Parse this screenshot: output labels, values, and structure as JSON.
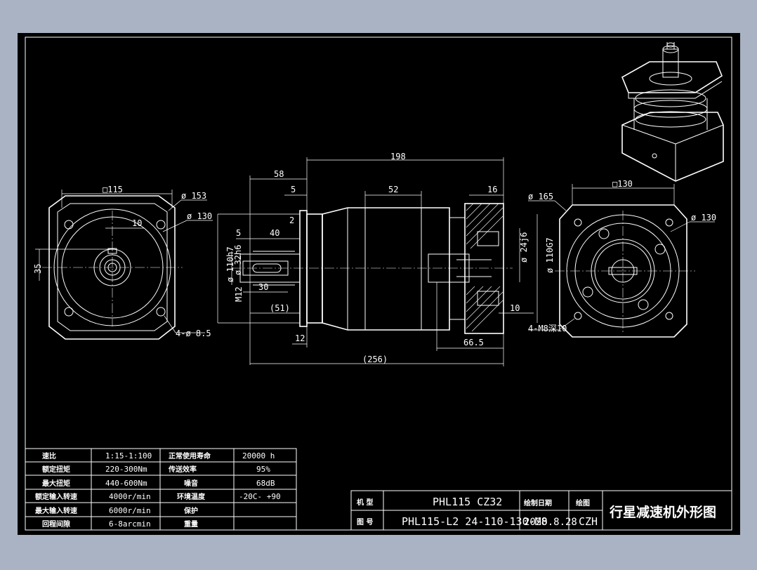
{
  "colors": {
    "background": "#a9b3c3",
    "sheet": "#000000",
    "lines": "#ffffff"
  },
  "dimensions": {
    "left_square": "□115",
    "left_d153": "ø 153",
    "left_d130": "ø 130",
    "left_10": "10",
    "left_35": "35",
    "left_holes": "4-ø 8.5",
    "total_198": "198",
    "d58": "58",
    "d5_top": "5",
    "d2": "2",
    "d5": "5",
    "d40": "40",
    "d110h7": "ø 110h7",
    "d32h6": "ø 32h6",
    "m12": "M12",
    "d30": "30",
    "d51": "(51)",
    "d12": "12",
    "d256": "(256)",
    "d52": "52",
    "d16": "16",
    "d24j6": "ø 24j6",
    "d110g7": "ø 110G7",
    "d10": "10",
    "d66_5": "66.5",
    "right_square": "□130",
    "right_d165": "ø 165",
    "right_d130": "ø 130",
    "right_holes": "4-M8深10"
  },
  "spec_table": [
    [
      "速比",
      "1:15-1:100",
      "正常使用寿命",
      "20000 h"
    ],
    [
      "额定扭矩",
      "220-300Nm",
      "传送效率",
      "95%"
    ],
    [
      "最大扭矩",
      "440-600Nm",
      "噪音",
      "68dB"
    ],
    [
      "额定输入转速",
      "4000r/min",
      "环境温度",
      "-20C- +90"
    ],
    [
      "最大输入转速",
      "6000r/min",
      "保护",
      ""
    ],
    [
      "回程间隙",
      "6-8arcmin",
      "重量",
      ""
    ]
  ],
  "title_block": {
    "model_label": "机 型",
    "model_value": "PHL115 CZ32",
    "drawing_no_label": "图 号",
    "drawing_no_value": "PHL115-L2 24-110-130-M8",
    "date_label": "绘制日期",
    "date_value": "2020.8.28",
    "drawer_label": "绘图",
    "drawer_value": "CZH",
    "title": "行星减速机外形图"
  }
}
